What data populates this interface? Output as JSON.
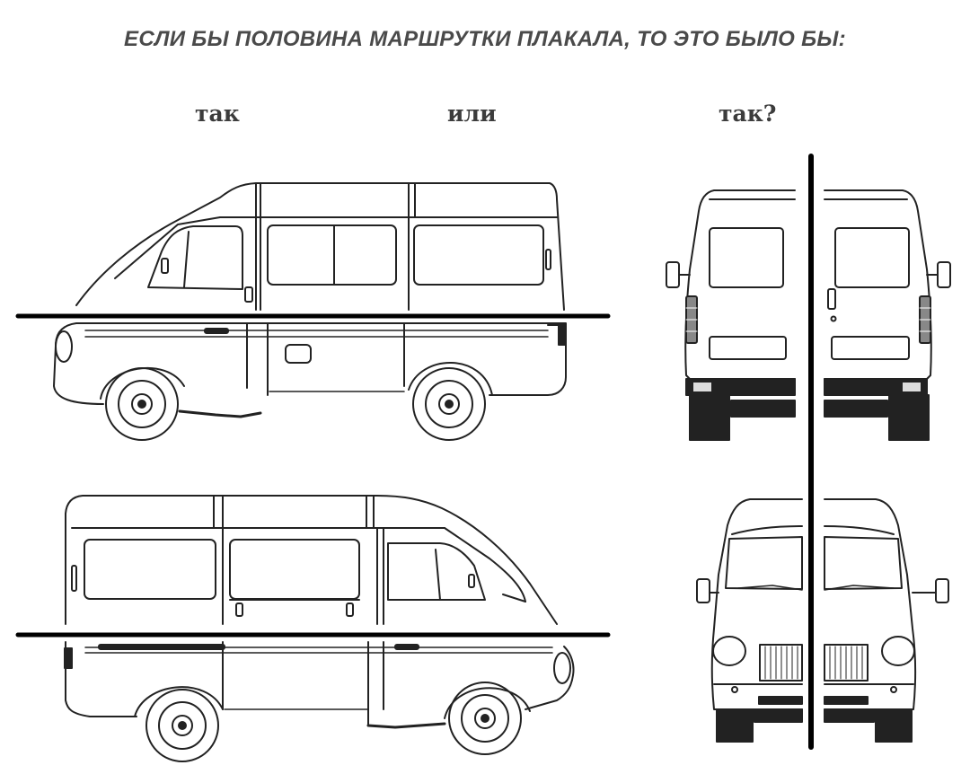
{
  "heading": "ЕСЛИ БЫ ПОЛОВИНА МАРШРУТКИ ПЛАКАЛА, ТО ЭТО БЫЛО БЫ:",
  "labels": {
    "first": "так",
    "middle": "или",
    "last": "так?"
  }
}
